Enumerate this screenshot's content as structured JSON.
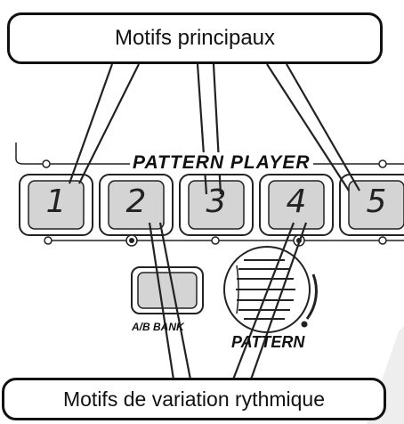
{
  "callouts": {
    "top": "Motifs principaux",
    "bottom": "Motifs de variation rythmique"
  },
  "panel": {
    "title": "PATTERN PLAYER",
    "pad_numbers": [
      "1",
      "2",
      "3",
      "4",
      "5"
    ],
    "bank_label": "A/B BANK",
    "knob_label": "PATTERN"
  }
}
